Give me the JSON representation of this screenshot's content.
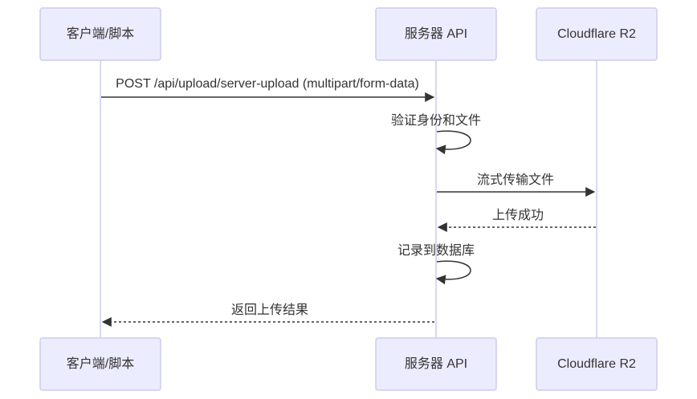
{
  "participants": [
    {
      "id": "client",
      "label": "客户端/脚本"
    },
    {
      "id": "server",
      "label": "服务器 API"
    },
    {
      "id": "r2",
      "label": "Cloudflare R2"
    }
  ],
  "messages": [
    {
      "from": "client",
      "to": "server",
      "label": "POST /api/upload/server-upload (multipart/form-data)",
      "style": "solid"
    },
    {
      "from": "server",
      "to": "server",
      "label": "验证身份和文件",
      "style": "solid"
    },
    {
      "from": "server",
      "to": "r2",
      "label": "流式传输文件",
      "style": "solid"
    },
    {
      "from": "r2",
      "to": "server",
      "label": "上传成功",
      "style": "dashed"
    },
    {
      "from": "server",
      "to": "server",
      "label": "记录到数据库",
      "style": "solid"
    },
    {
      "from": "server",
      "to": "client",
      "label": "返回上传结果",
      "style": "dashed"
    }
  ],
  "colors": {
    "actor_fill": "#ececff",
    "actor_stroke": "#ccccee",
    "lifeline": "#ccccf4",
    "line": "#333333",
    "text": "#333333"
  }
}
